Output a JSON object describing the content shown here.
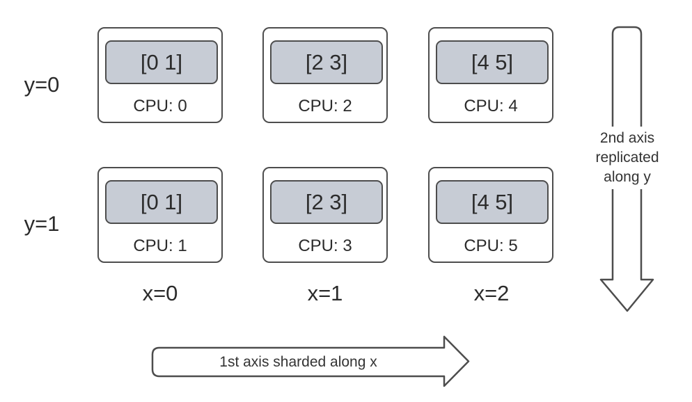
{
  "diagram": {
    "description": "2x3 device grid showing array sharding: first axis sharded along x, second axis replicated along y",
    "grid": {
      "row_labels": [
        "y=0",
        "y=1"
      ],
      "col_labels": [
        "x=0",
        "x=1",
        "x=2"
      ],
      "rows": [
        {
          "cells": [
            {
              "shard": "[0 1]",
              "cpu": "CPU: 0"
            },
            {
              "shard": "[2 3]",
              "cpu": "CPU: 2"
            },
            {
              "shard": "[4 5]",
              "cpu": "CPU: 4"
            }
          ]
        },
        {
          "cells": [
            {
              "shard": "[0 1]",
              "cpu": "CPU: 1"
            },
            {
              "shard": "[2 3]",
              "cpu": "CPU: 3"
            },
            {
              "shard": "[4 5]",
              "cpu": "CPU: 5"
            }
          ]
        }
      ]
    },
    "arrows": {
      "x_axis": {
        "label": "1st axis sharded along x",
        "direction": "right"
      },
      "y_axis": {
        "label_lines": [
          "2nd axis",
          "replicated",
          "along y"
        ],
        "direction": "down"
      }
    },
    "colors": {
      "stroke": "#4d4d4d",
      "shard_fill": "#c7ccd5",
      "background": "#ffffff",
      "text": "#2b2b2b"
    }
  }
}
